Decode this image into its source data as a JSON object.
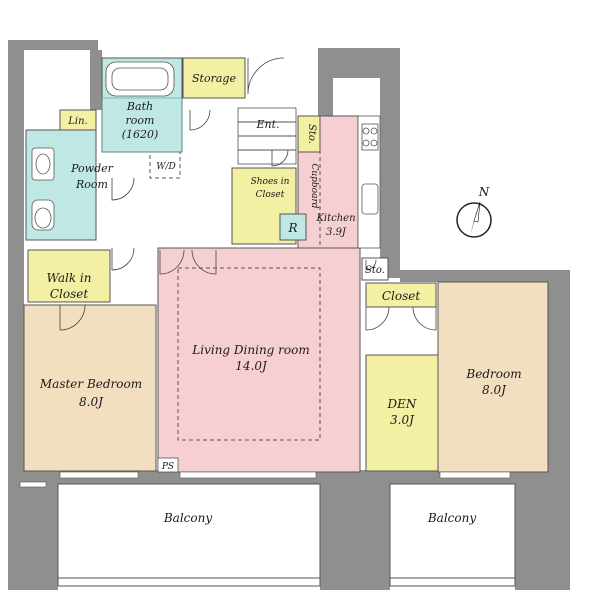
{
  "rooms": {
    "storage": "Storage",
    "bath_line1": "Bath",
    "bath_line2": "room",
    "bath_line3": "(1620)",
    "lin": "Lin.",
    "ent": "Ent.",
    "sto_kitchen": "Sto.",
    "powder_line1": "Powder",
    "powder_line2": "Room",
    "wd": "W/D",
    "shoes_line1": "Shoes in",
    "shoes_line2": "Closet",
    "cupboard": "Cupboard",
    "kitchen_line1": "Kitchen",
    "kitchen_line2": "3.9J",
    "refrigerator": "R",
    "sto_living": "Sto.",
    "walkin_line1": "Walk in",
    "walkin_line2": "Closet",
    "closet": "Closet",
    "living_line1": "Living Dining room",
    "living_line2": "14.0J",
    "master_line1": "Master Bedroom",
    "master_line2": "8.0J",
    "den_line1": "DEN",
    "den_line2": "3.0J",
    "bedroom_line1": "Bedroom",
    "bedroom_line2": "8.0J",
    "ps": "PS",
    "balcony_left": "Balcony",
    "balcony_right": "Balcony"
  },
  "compass": {
    "label": "N"
  },
  "colors": {
    "living": "#f6cfd3",
    "kitchen": "#f6cfd3",
    "bedroom": "#f2dfbf",
    "closet": "#f3efa3",
    "water": "#bfe8e4",
    "wall": "#8f8f8f",
    "balcony": "#ffffff",
    "hall": "#ffffff"
  }
}
